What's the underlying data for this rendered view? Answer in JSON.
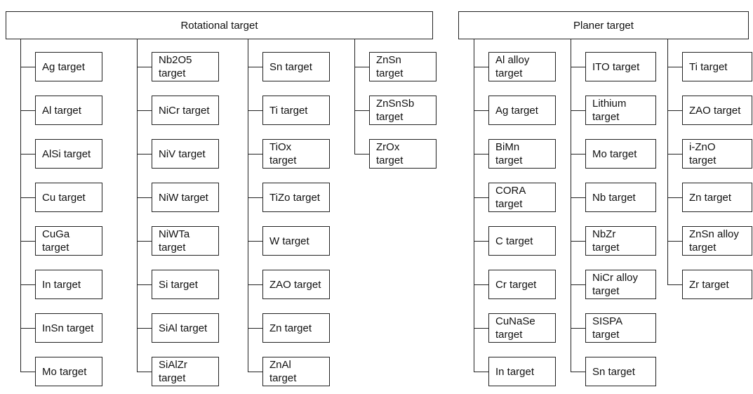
{
  "rotational": {
    "title": "Rotational target",
    "columns": [
      [
        "Ag target",
        "Al target",
        "AlSi target",
        "Cu target",
        "CuGa\ntarget",
        "In target",
        "InSn target",
        "Mo target"
      ],
      [
        "Nb2O5\ntarget",
        "NiCr target",
        "NiV target",
        "NiW target",
        "NiWTa\ntarget",
        "Si target",
        "SiAl target",
        "SiAlZr\ntarget"
      ],
      [
        "Sn target",
        "Ti target",
        "TiOx\ntarget",
        "TiZo target",
        "W target",
        "ZAO target",
        "Zn target",
        "ZnAl\ntarget"
      ],
      [
        "ZnSn\ntarget",
        "ZnSnSb\ntarget",
        "ZrOx\ntarget"
      ]
    ]
  },
  "planer": {
    "title": "Planer target",
    "columns": [
      [
        "Al alloy\ntarget",
        "Ag target",
        "BiMn\ntarget",
        "CORA\ntarget",
        "C target",
        "Cr target",
        "CuNaSe\ntarget",
        "In  target"
      ],
      [
        "ITO target",
        "Lithium\ntarget",
        "Mo target",
        "Nb target",
        "NbZr\ntarget",
        "NiCr alloy\ntarget",
        "SISPA\ntarget",
        "Sn target"
      ],
      [
        "Ti target",
        "ZAO target",
        "i-ZnO\ntarget",
        "Zn target",
        "ZnSn alloy\ntarget",
        "Zr target"
      ]
    ]
  }
}
